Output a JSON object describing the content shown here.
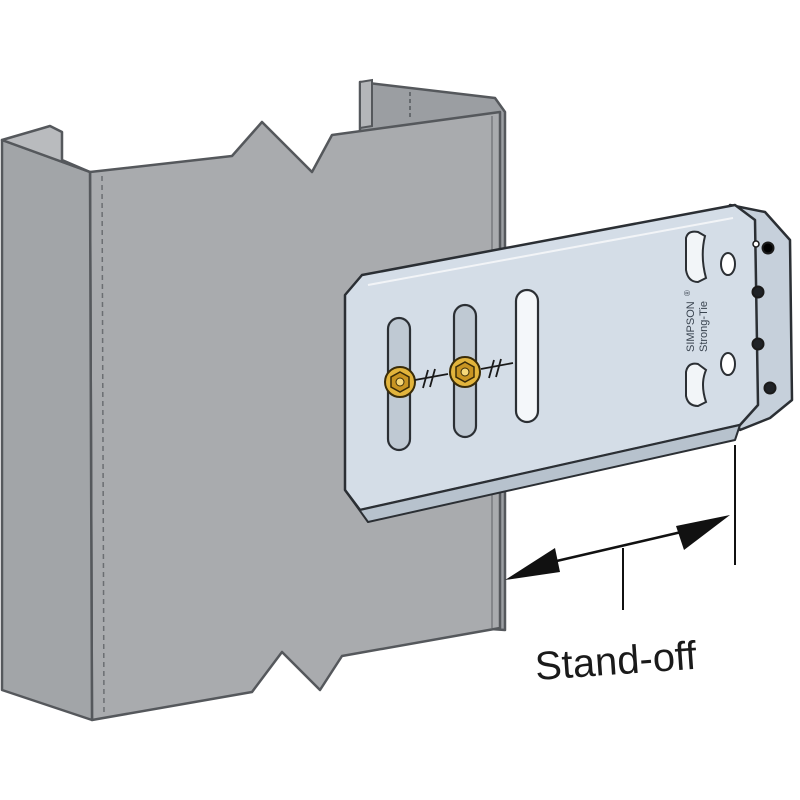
{
  "diagram": {
    "brand_line1": "SIMPSON",
    "brand_line2": "Strong-Tie",
    "registered_mark": "®",
    "dimension_label": "Stand-off"
  },
  "colors": {
    "stud_fill": "#a9abae",
    "stud_edge": "#55585c",
    "bracket_fill": "#d4dde7",
    "bracket_edge": "#2b2f34",
    "screw_fill": "#e2b43c",
    "slot_fill": "#bfc9d3",
    "arrow": "#111111"
  },
  "icons": {
    "screw": "hex-washer-screw-icon",
    "arrow": "dimension-arrow-icon"
  }
}
